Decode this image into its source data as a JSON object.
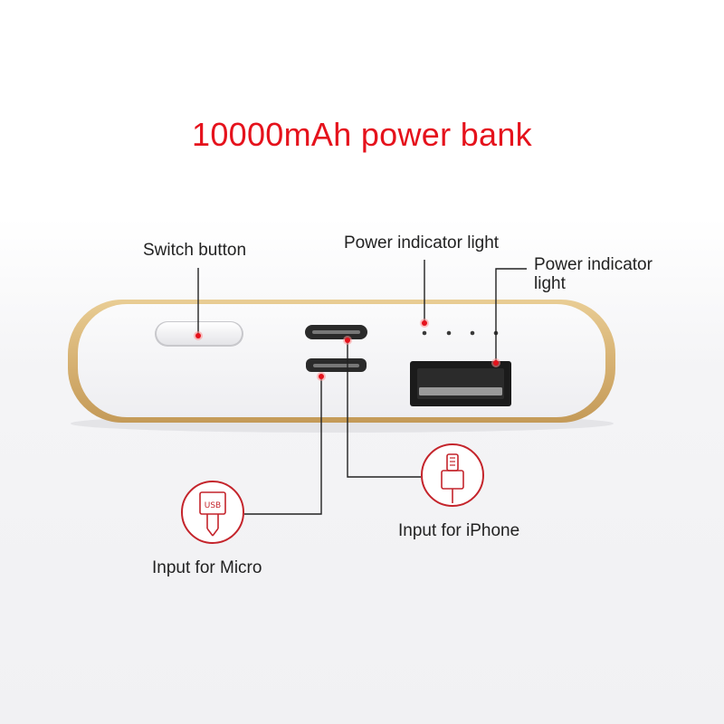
{
  "title": "10000mAh power bank",
  "callouts": {
    "switch_button": "Switch button",
    "power_indicator_top": "Power indicator light",
    "power_indicator_right": "Power indicator light",
    "input_micro": "Input for Micro",
    "input_iphone": "Input for iPhone"
  },
  "micro_icon_text": "USB",
  "colors": {
    "accent": "#e5121c",
    "device_body": "#f4f4f6",
    "device_rim": "#d8b57a",
    "port_dark": "#1b1b1b"
  },
  "icons": [
    "micro-usb-plug-icon",
    "lightning-plug-icon"
  ]
}
